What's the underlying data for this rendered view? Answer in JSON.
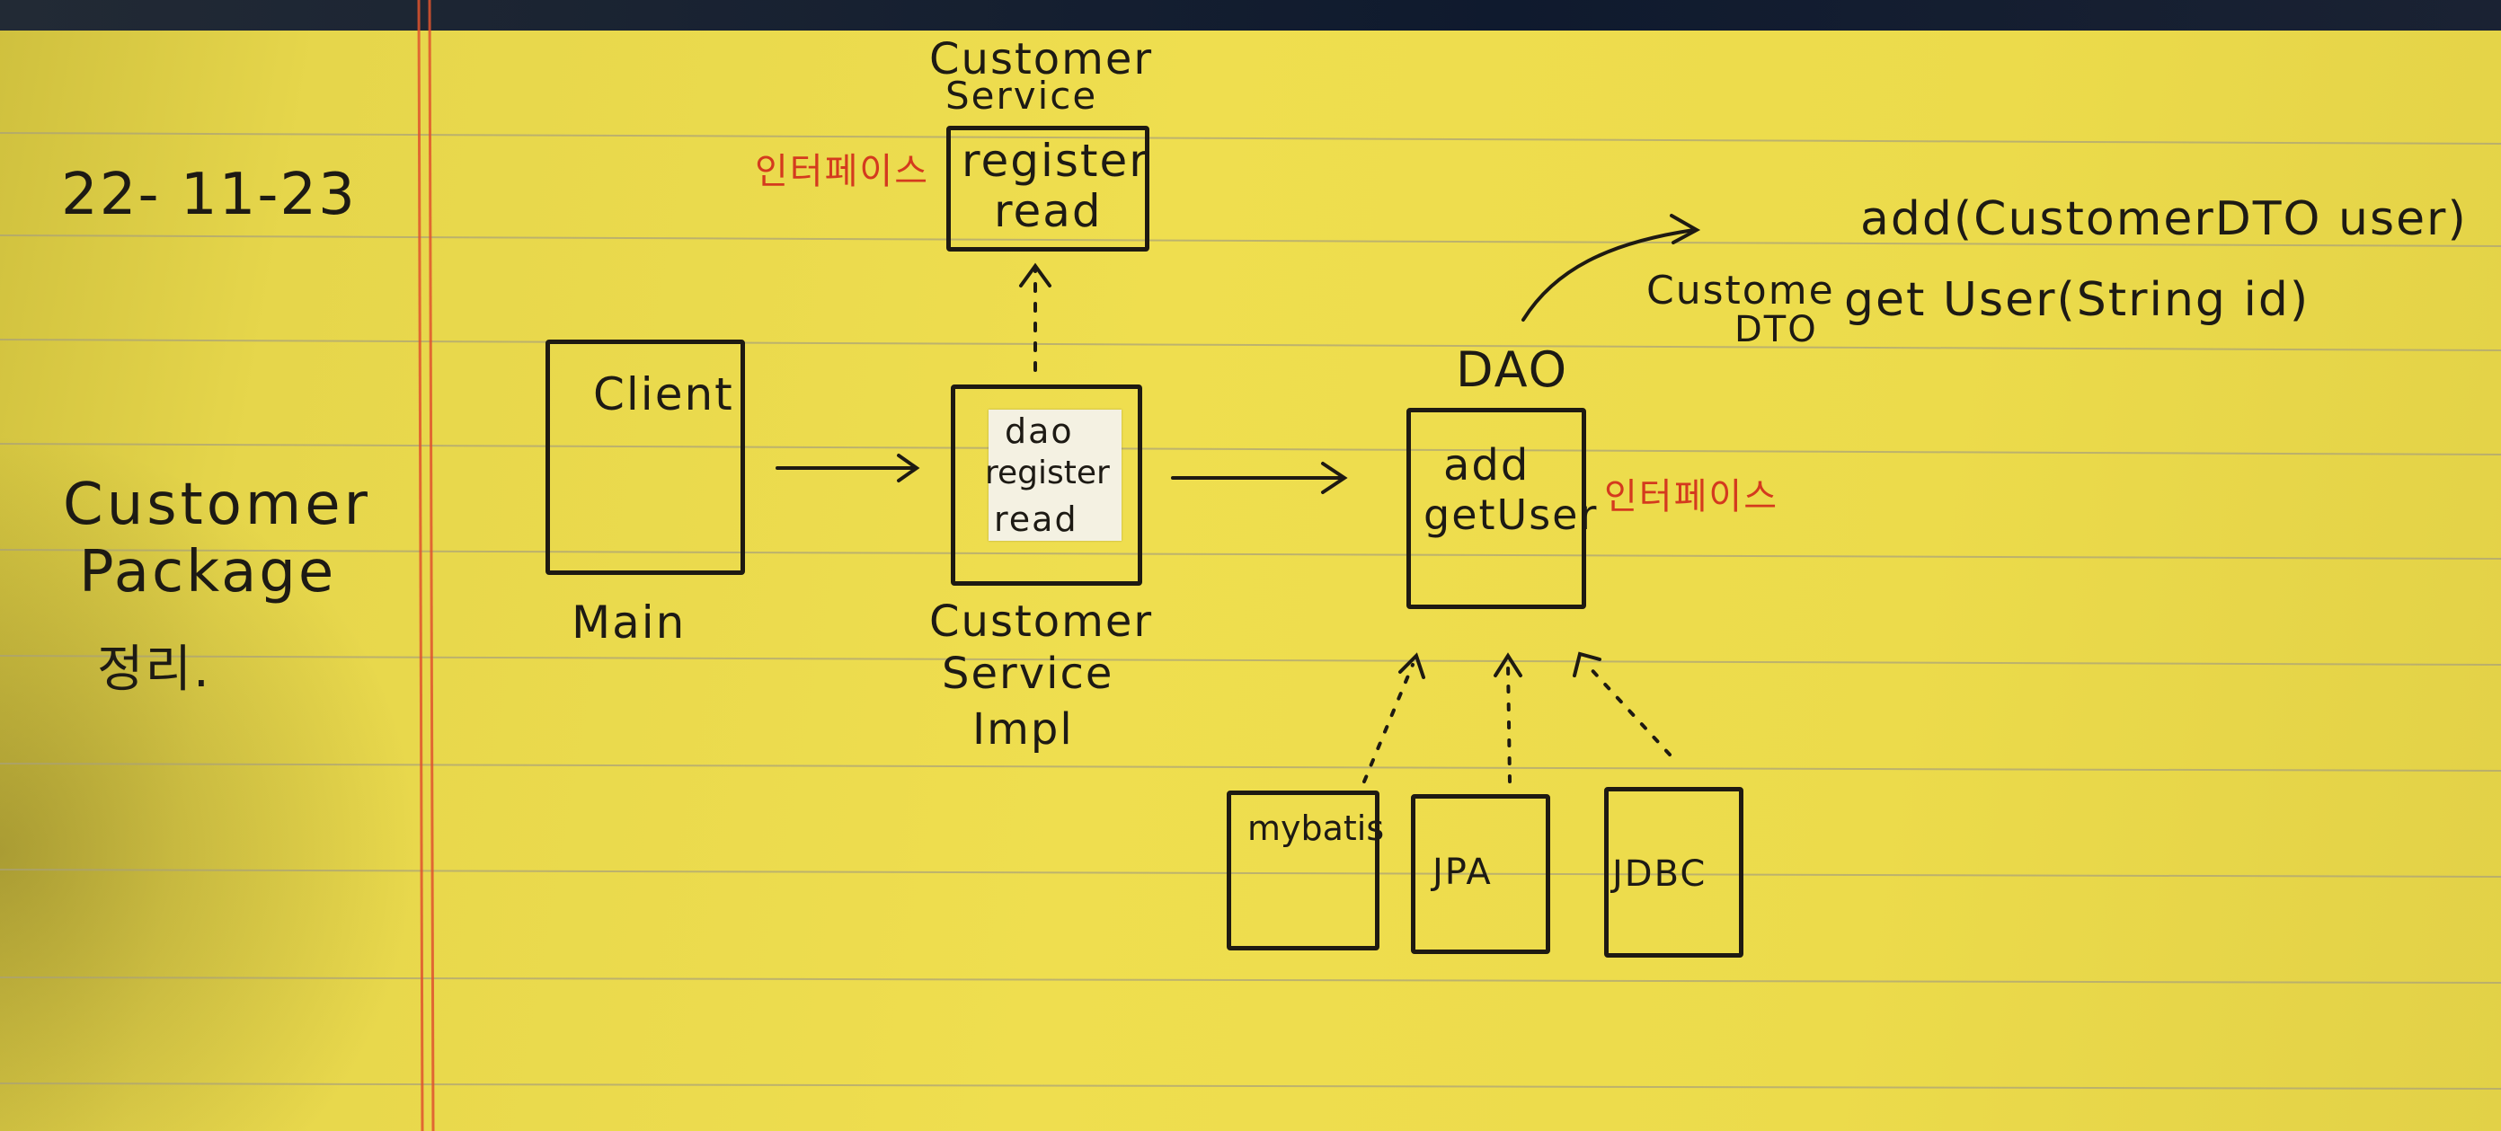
{
  "date": "22- 11-23",
  "side_note": {
    "line1": "Customer",
    "line2": "Package",
    "line3": "정리."
  },
  "client_box": {
    "label": "Client",
    "caption": "Main"
  },
  "service_interface": {
    "title_line1": "Customer",
    "title_line2": "Service",
    "tag": "인터페이스",
    "method1": "register",
    "method2": "read"
  },
  "service_impl": {
    "field": "dao",
    "method1": "register",
    "method2": "read",
    "caption_line1": "Customer",
    "caption_line2": "Service",
    "caption_line3": "Impl"
  },
  "dao": {
    "title": "DAO",
    "tag": "인터페이스",
    "method1": "add",
    "method2": "getUser"
  },
  "dto_note": {
    "line1": "Custome",
    "line2": "DTO"
  },
  "signatures": {
    "line1": "add(CustomerDTO  user)",
    "line2": "get User(String  id)"
  },
  "implementations": {
    "mybatis": "mybatis",
    "jpa": "JPA",
    "jdbc": "JDBC"
  },
  "colors": {
    "paper": "#efde4f",
    "ink": "#1e1a12",
    "red_ink": "#d43a1e",
    "rule_line": "#a9a17a",
    "margin_line": "#e0542e"
  }
}
